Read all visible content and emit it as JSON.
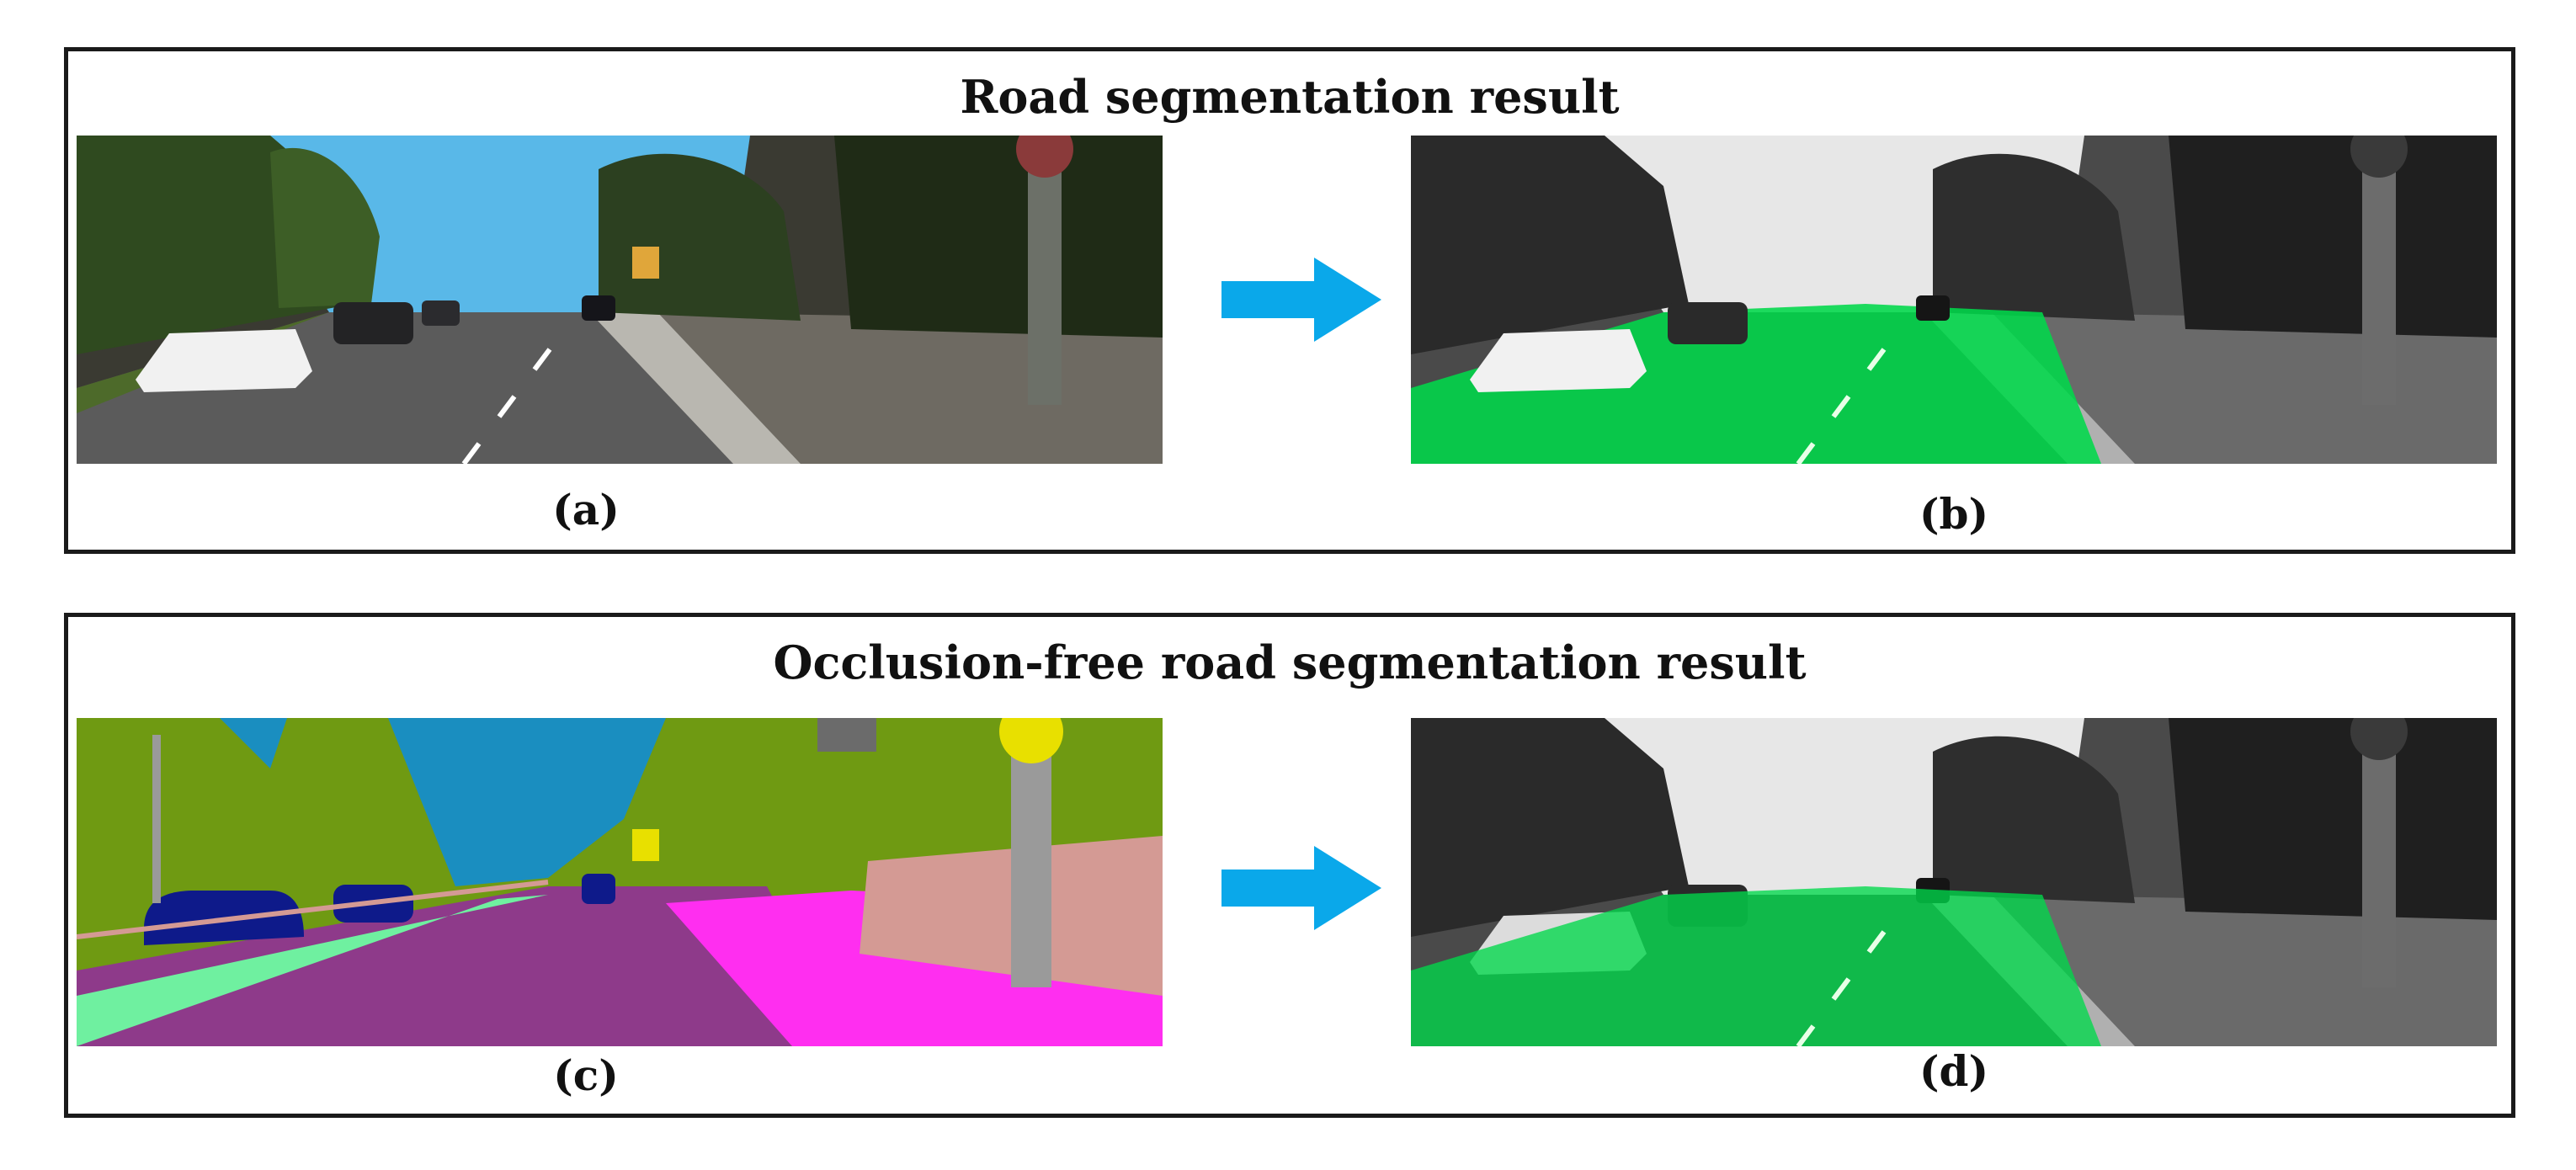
{
  "figure": {
    "top_panel": {
      "title": "Road segmentation result",
      "left_caption": "(a)",
      "right_caption": "(b)"
    },
    "bottom_panel": {
      "title": "Occlusion-free road segmentation result",
      "left_caption": "(c)",
      "right_caption": "(d)"
    },
    "colors": {
      "arrow": "#0aa8ea",
      "road_overlay": "#00d84a",
      "seg_road": "#8e3a8a",
      "seg_sidewalk": "#ff2ef0",
      "seg_vegetation": "#6f9a12",
      "seg_sky": "#1a8ec0",
      "seg_car": "#0e1a8a",
      "seg_fence": "#d49a94",
      "seg_pole": "#9a9a9a",
      "seg_sign": "#e8e000",
      "seg_grass": "#6ff0a0"
    }
  }
}
